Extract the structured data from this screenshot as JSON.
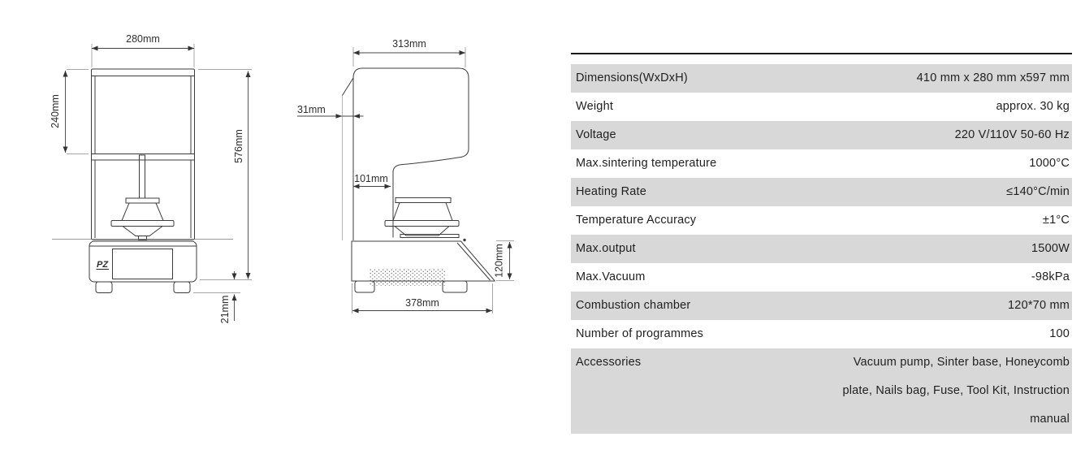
{
  "drawings": {
    "front_view": {
      "logo": "PZ",
      "dims": {
        "width": "280mm",
        "upper_height": "240mm",
        "total_height": "576mm",
        "foot_height": "21mm"
      }
    },
    "side_view": {
      "dims": {
        "top_depth": "313mm",
        "back_offset": "31mm",
        "front_offset": "101mm",
        "base_depth": "378mm",
        "base_height": "120mm"
      }
    }
  },
  "table": {
    "colors": {
      "alt_row_bg": "#d8d8d8",
      "top_rule": "#1a1a1a"
    },
    "rows": [
      {
        "label": "Dimensions(WxDxH)",
        "value": "410 mm x 280 mm x597 mm"
      },
      {
        "label": "Weight",
        "value": "approx. 30 kg"
      },
      {
        "label": "Voltage",
        "value": "220 V/110V 50-60 Hz"
      },
      {
        "label": "Max.sintering temperature",
        "value": "1000°C"
      },
      {
        "label": "Heating Rate",
        "value": "≤140°C/min"
      },
      {
        "label": "Temperature Accuracy",
        "value": "±1°C"
      },
      {
        "label": "Max.output",
        "value": "1500W"
      },
      {
        "label": "Max.Vacuum",
        "value": "-98kPa"
      },
      {
        "label": "Combustion chamber",
        "value": "120*70 mm"
      },
      {
        "label": "Number of programmes",
        "value": "100"
      },
      {
        "label": "Accessories",
        "value": "Vacuum pump, Sinter base, Honeycomb plate, Nails bag, Fuse, Tool Kit, Instruction manual",
        "value_lines": [
          "Vacuum pump, Sinter base, Honeycomb",
          "plate, Nails bag, Fuse, Tool Kit, Instruction",
          "manual"
        ]
      }
    ]
  }
}
